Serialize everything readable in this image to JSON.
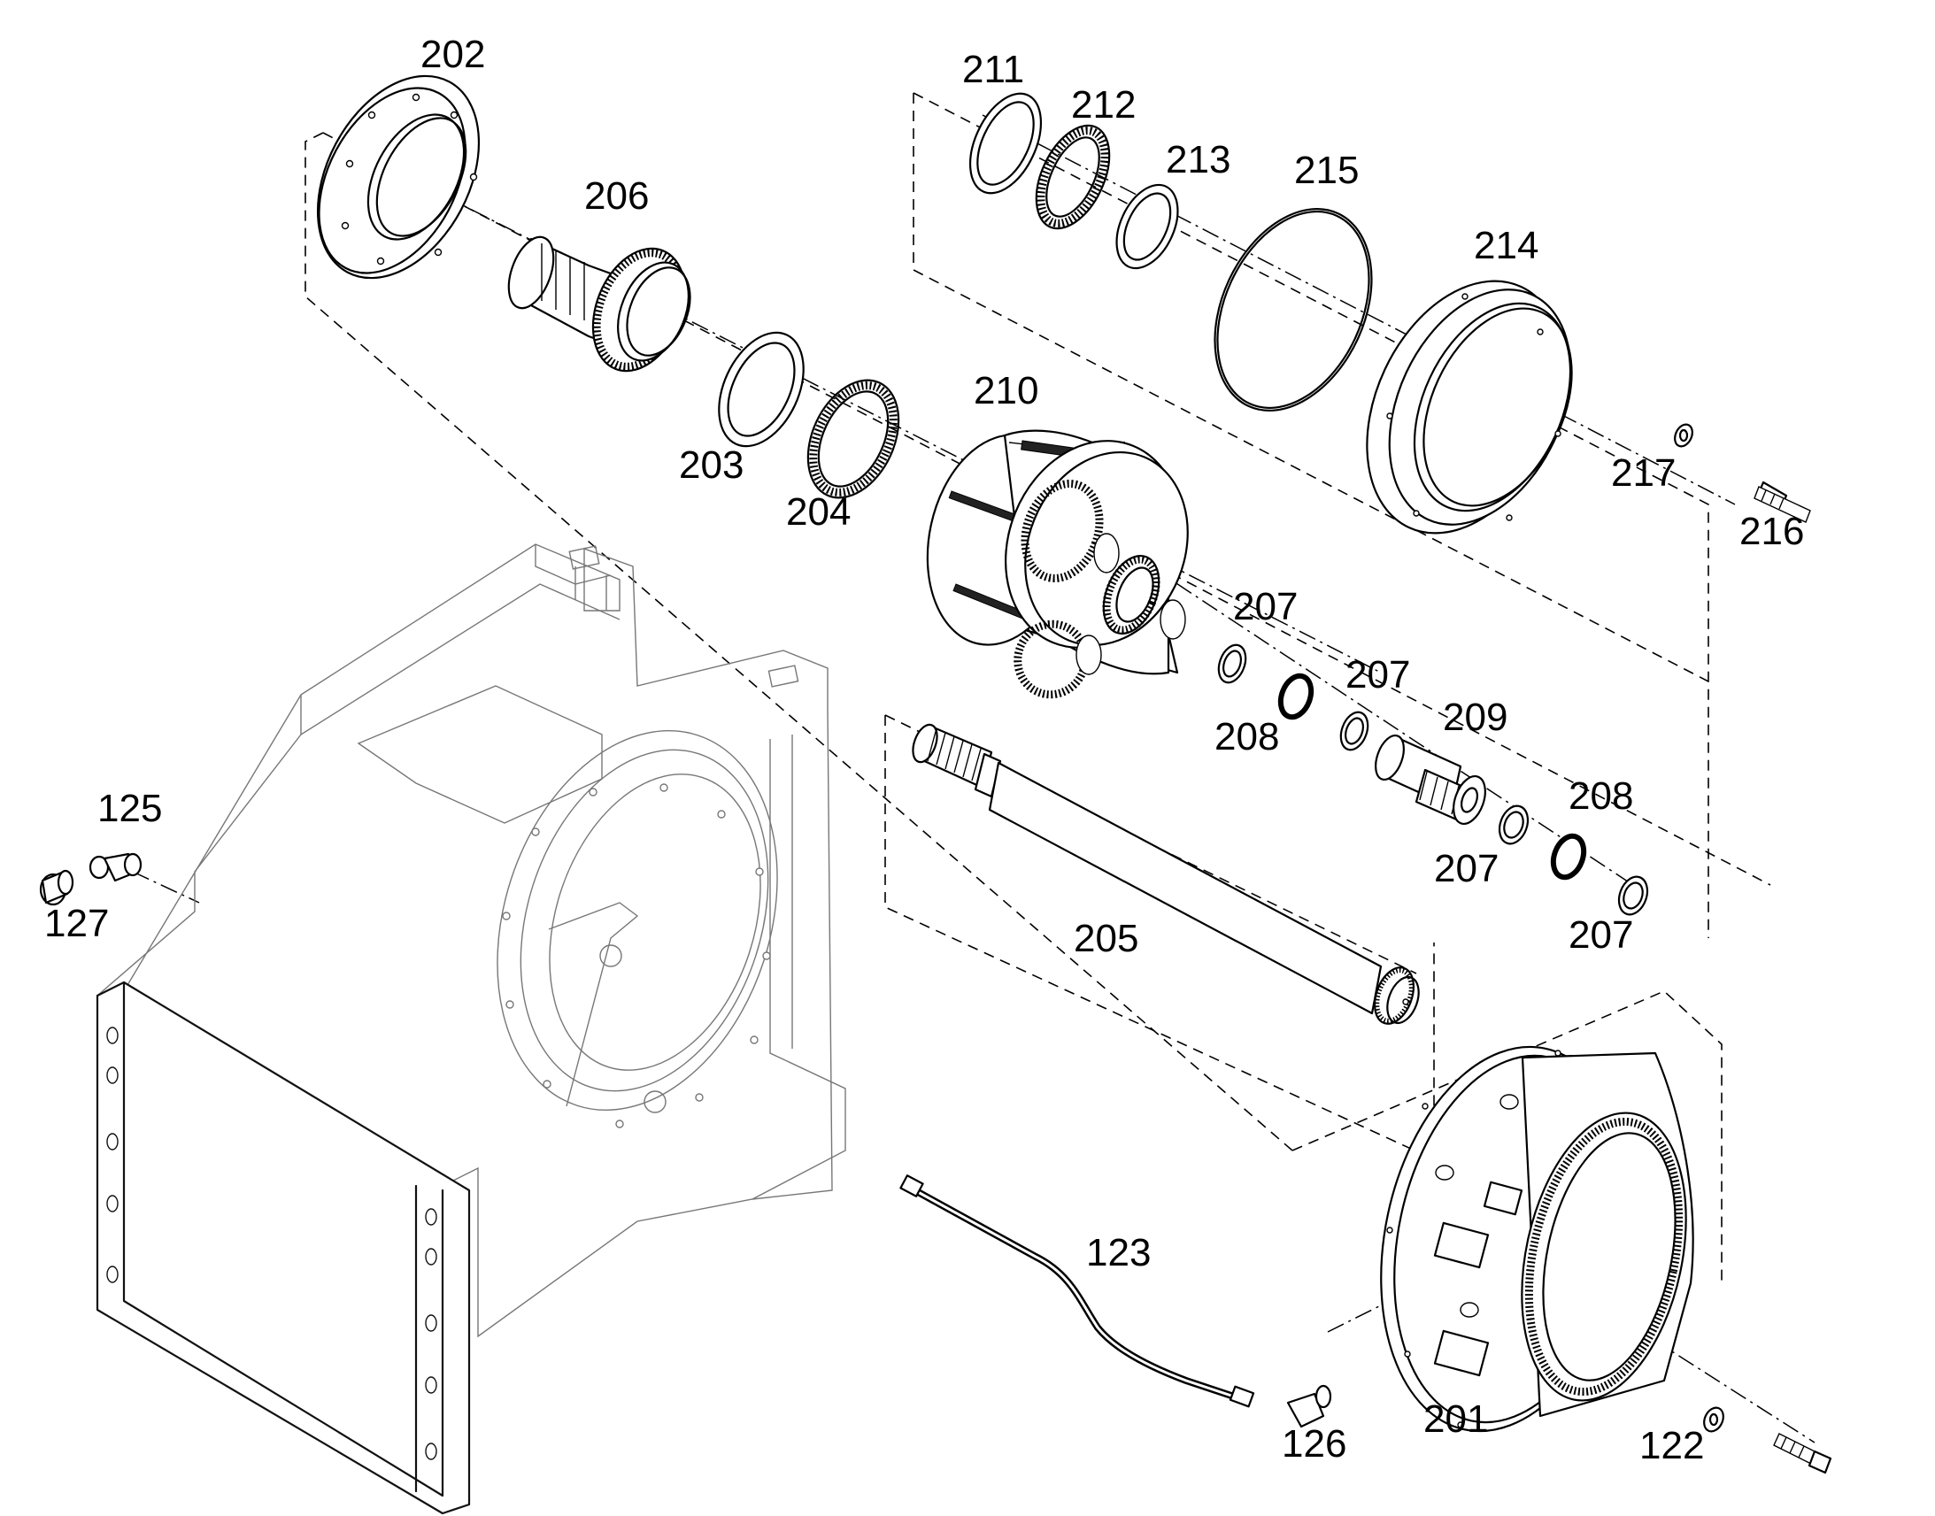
{
  "callouts": {
    "c202": "202",
    "c206": "206",
    "c203": "203",
    "c204": "204",
    "c210": "210",
    "c211": "211",
    "c212": "212",
    "c213": "213",
    "c215": "215",
    "c214": "214",
    "c217": "217",
    "c216": "216",
    "c207a": "207",
    "c207b": "207",
    "c207c": "207",
    "c207d": "207",
    "c208a": "208",
    "c208b": "208",
    "c209": "209",
    "c205": "205",
    "c125": "125",
    "c127": "127",
    "c123": "123",
    "c126": "126",
    "c201": "201",
    "c122": "122"
  }
}
